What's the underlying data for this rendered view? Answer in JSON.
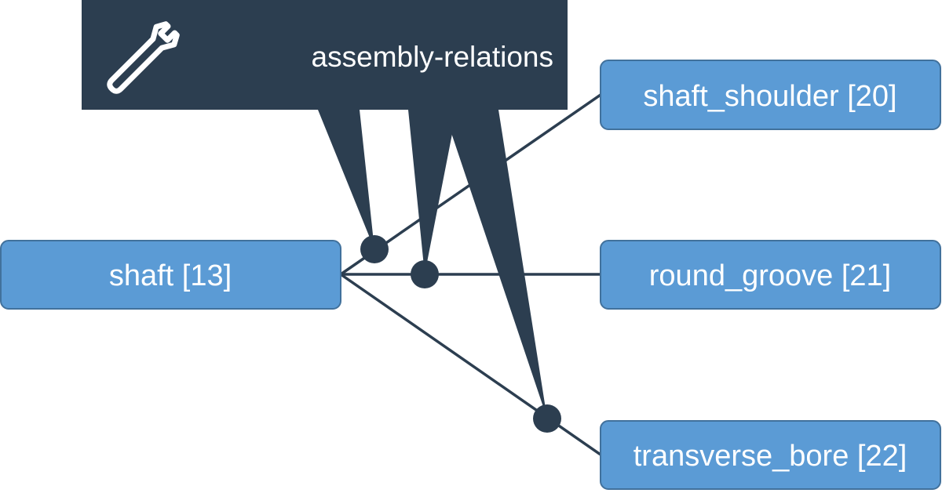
{
  "banner": {
    "label": "assembly-relations",
    "icon": "wrench-icon"
  },
  "nodes": {
    "shaft": "shaft [13]",
    "shaft_shoulder": "shaft_shoulder [20]",
    "round_groove": "round_groove [21]",
    "transverse_bore": "transverse_bore [22]"
  },
  "colors": {
    "node_fill": "#5b9bd5",
    "node_border": "#41719c",
    "dark": "#2c3e50",
    "text": "#ffffff"
  }
}
